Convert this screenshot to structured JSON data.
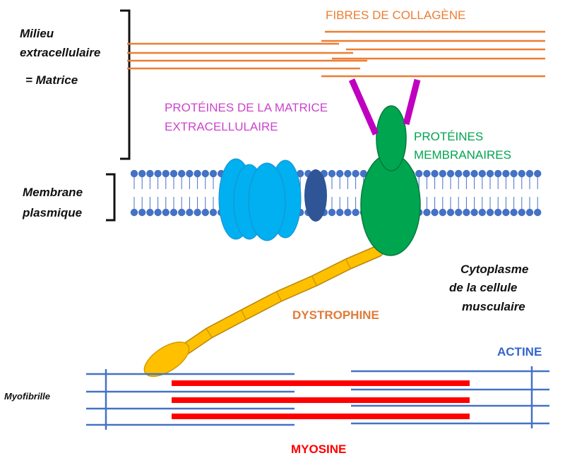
{
  "labels": {
    "milieu_line1": "Milieu",
    "milieu_line2": "extracellulaire",
    "milieu_line3": "= Matrice",
    "membrane_line1": "Membrane",
    "membrane_line2": "plasmique",
    "cytoplasme_line1": "Cytoplasme",
    "cytoplasme_line2": "de la cellule",
    "cytoplasme_line3": "musculaire",
    "myofibrille": "Myofibrille",
    "collagene": "FIBRES DE COLLAGÈNE",
    "proteines_matrice_line1": "PROTÉINES DE LA MATRICE",
    "proteines_matrice_line2": "EXTRACELLULAIRE",
    "proteines_membranaires_line1": "PROTÉINES",
    "proteines_membranaires_line2": "MEMBRANAIRES",
    "dystrophine": "DYSTROPHINE",
    "actine": "ACTINE",
    "myosine": "MYOSINE"
  },
  "colors": {
    "collagen": "#ed7d31",
    "matrix_protein": "#c000c0",
    "membrane_protein": "#00a550",
    "dystrophin": "#ffc000",
    "dystrophin_text": "#e07b39",
    "actin": "#4472c4",
    "myosin": "#ff0000",
    "lipid_head": "#4472c4",
    "channel": "#00b0f0",
    "dark_protein": "#2f5597"
  }
}
